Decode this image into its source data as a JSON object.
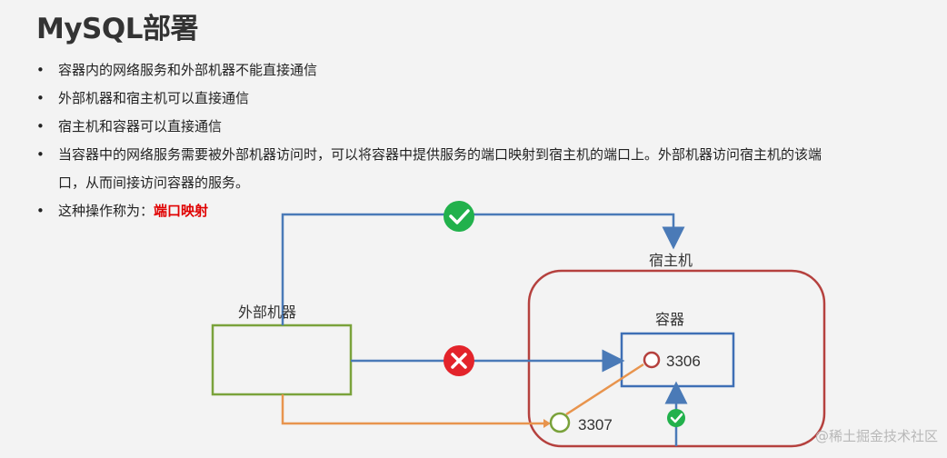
{
  "title": "MySQL部署",
  "bullets": [
    "容器内的网络服务和外部机器不能直接通信",
    "外部机器和宿主机可以直接通信",
    "宿主机和容器可以直接通信",
    "当容器中的网络服务需要被外部机器访问时，可以将容器中提供服务的端口映射到宿主机的端口上。外部机器访问宿主机的该端口，从而间接访问容器的服务。",
    "这种操作称为："
  ],
  "bullet_highlight": "端口映射",
  "diagram": {
    "host_label": "宿主机",
    "container_label": "容器",
    "external_label": "外部机器",
    "container_port": "3306",
    "host_port": "3307",
    "colors": {
      "host_border": "#b5413e",
      "container_border": "#3e6fb5",
      "external_border": "#7aa23b",
      "blue_line": "#4a7ab7",
      "orange_line": "#e8944d",
      "ok": "#22b14c",
      "deny": "#e3242b"
    }
  },
  "watermark": "@稀土掘金技术社区"
}
